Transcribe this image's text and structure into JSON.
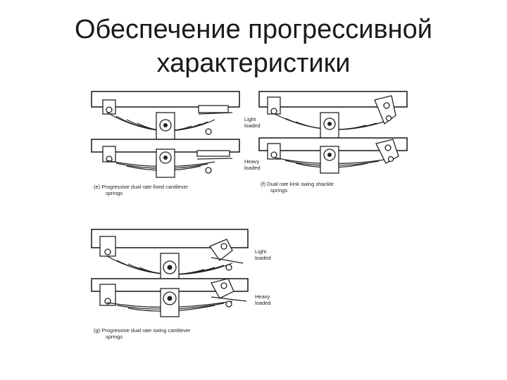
{
  "title": {
    "line1": "Обеспечение прогрессивной",
    "line2": "характеристики"
  },
  "figures": {
    "e": {
      "caption_line1": "(e)  Progressive dual rate fixed cantilever",
      "caption_line2": "springs",
      "label_top_1": "Light",
      "label_top_2": "loaded",
      "label_bottom_1": "Heavy",
      "label_bottom_2": "loaded"
    },
    "f": {
      "caption_line1": "(f)  Dual rate kink swing shackle",
      "caption_line2": "springs"
    },
    "g": {
      "caption_line1": "(g)  Progressive dual rate swing cantilever",
      "caption_line2": "springs",
      "label_top_1": "Light",
      "label_top_2": "loaded",
      "label_bottom_1": "Heavy",
      "label_bottom_2": "loaded"
    }
  }
}
